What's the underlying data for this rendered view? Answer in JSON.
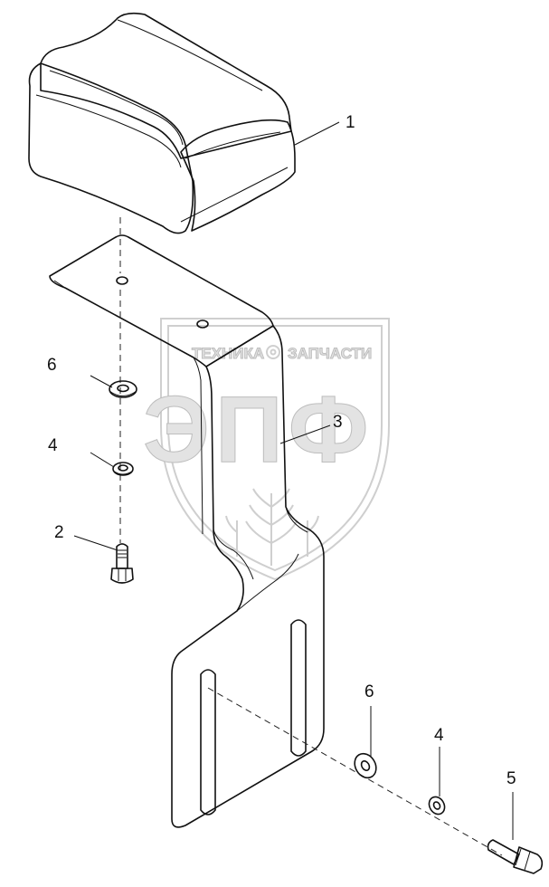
{
  "watermark": {
    "top_text": "ТЕХНИКА",
    "top_text_right": "ЗАПЧАСТИ",
    "big_text": "ЭПФ"
  },
  "callouts": [
    {
      "id": "part-1",
      "label": "1"
    },
    {
      "id": "part-2",
      "label": "2"
    },
    {
      "id": "part-3",
      "label": "3"
    },
    {
      "id": "part-4a",
      "label": "4"
    },
    {
      "id": "part-4b",
      "label": "4"
    },
    {
      "id": "part-5",
      "label": "5"
    },
    {
      "id": "part-6a",
      "label": "6"
    },
    {
      "id": "part-6b",
      "label": "6"
    }
  ],
  "colors": {
    "line": "#111111",
    "watermark": "#cfcfcf"
  }
}
